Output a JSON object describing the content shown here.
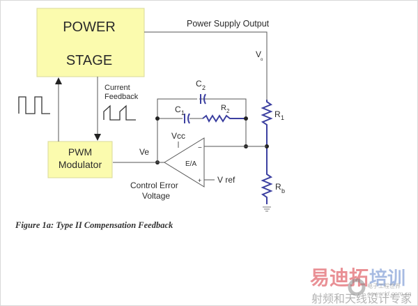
{
  "diagram": {
    "blocks": {
      "power_stage": {
        "line1": "POWER",
        "line2": "STAGE"
      },
      "pwm_modulator": {
        "line1": "PWM",
        "line2": "Modulator"
      },
      "error_amp": {
        "label": "E/A",
        "minus": "−",
        "plus": "+"
      }
    },
    "labels": {
      "power_supply_output": "Power Supply Output",
      "vo": "V",
      "vo_sub": "o",
      "current_feedback_1": "Current",
      "current_feedback_2": "Feedback",
      "ve": "Ve",
      "vcc": "Vcc",
      "vref": "V ref",
      "control_error_1": "Control Error",
      "control_error_2": "Voltage"
    },
    "components": {
      "c1": {
        "name": "C",
        "sub": "1"
      },
      "c2": {
        "name": "C",
        "sub": "2"
      },
      "r1": {
        "name": "R",
        "sub": "1"
      },
      "r2": {
        "name": "R",
        "sub": "2"
      },
      "rb": {
        "name": "R",
        "sub": "b"
      }
    },
    "caption": "Figure 1a: Type II Compensation Feedback",
    "watermark": {
      "brand_red": "易迪拓",
      "brand_blue": "培训",
      "site_cn": "电子工程世界",
      "site_url": "eeworld.com.cn",
      "tagline": "射频和天线设计专家"
    },
    "colors": {
      "block_fill": "#fbfbae",
      "component": "#3b3fa0",
      "wire": "#555555"
    }
  }
}
